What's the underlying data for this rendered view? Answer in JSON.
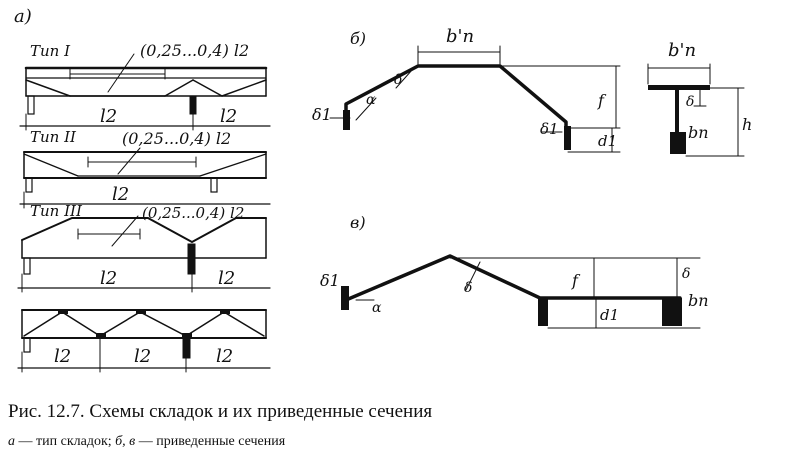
{
  "panel_labels": {
    "a": "а)",
    "b": "б)",
    "v": "в)"
  },
  "types": [
    {
      "name": "Тип I",
      "span_label": "(0,25...0,4) l2"
    },
    {
      "name": "Тип II",
      "span_label": "(0,25...0,4) l2"
    },
    {
      "name": "Тип III",
      "span_label": "(0,25...0,4) l2"
    }
  ],
  "dims": {
    "l2": "l2"
  },
  "section_labels": {
    "bn_prime": "b'n",
    "bn": "bn",
    "delta1": "δ1",
    "delta": "δ",
    "alpha": "α",
    "f": "f",
    "d1": "d1",
    "h": "h"
  },
  "caption": {
    "title": "Рис. 12.7. Схемы складок и их приведенные сечения",
    "a_key": "а",
    "a_text": " — тип складок; ",
    "bv_key": "б, в",
    "bv_text": " — приведенные сечения"
  }
}
